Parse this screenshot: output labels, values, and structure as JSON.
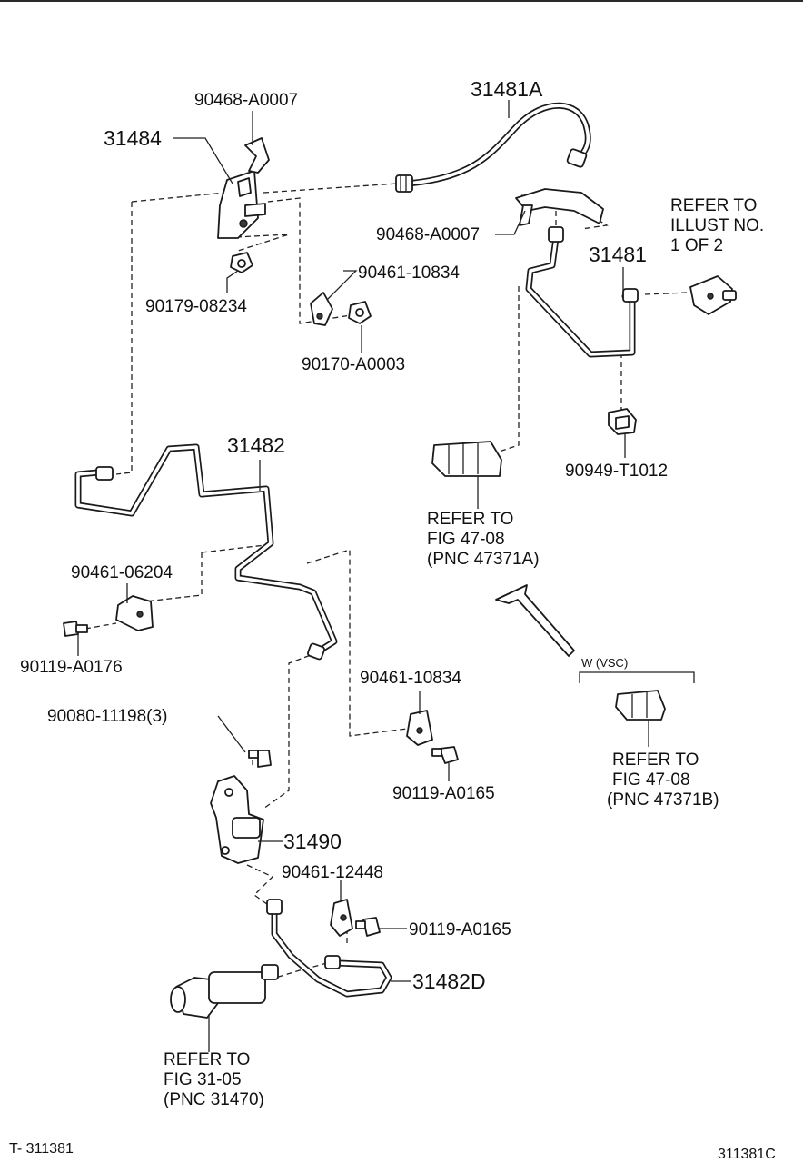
{
  "footer": {
    "left": "T- 311381",
    "right": "311381C"
  },
  "labels": {
    "p31481A": "31481A",
    "p31484": "31484",
    "p90468_top": "90468-A0007",
    "p90468_mid": "90468-A0007",
    "p90179": "90179-08234",
    "p90461_10834_top": "90461-10834",
    "p90170": "90170-A0003",
    "p31481": "31481",
    "refer_illust": [
      "REFER TO",
      "ILLUST NO.",
      "1 OF 2"
    ],
    "p90949": "90949-T1012",
    "refer_47371A": [
      "REFER TO",
      "FIG 47-08",
      "(PNC 47371A)"
    ],
    "p31482": "31482",
    "p90461_06204": "90461-06204",
    "p90119_A0176": "90119-A0176",
    "p90461_10834_mid": "90461-10834",
    "p90080": "90080-11198(3)",
    "p90119_A0165_mid": "90119-A0165",
    "w_vsc": "W (VSC)",
    "refer_47371B": [
      "REFER TO",
      "FIG 47-08",
      "(PNC 47371B)"
    ],
    "p31490": "31490",
    "p90461_12448": "90461-12448",
    "p90119_A0165_low": "90119-A0165",
    "p31482D": "31482D",
    "refer_31470": [
      "REFER TO",
      "FIG 31-05",
      "(PNC 31470)"
    ]
  }
}
